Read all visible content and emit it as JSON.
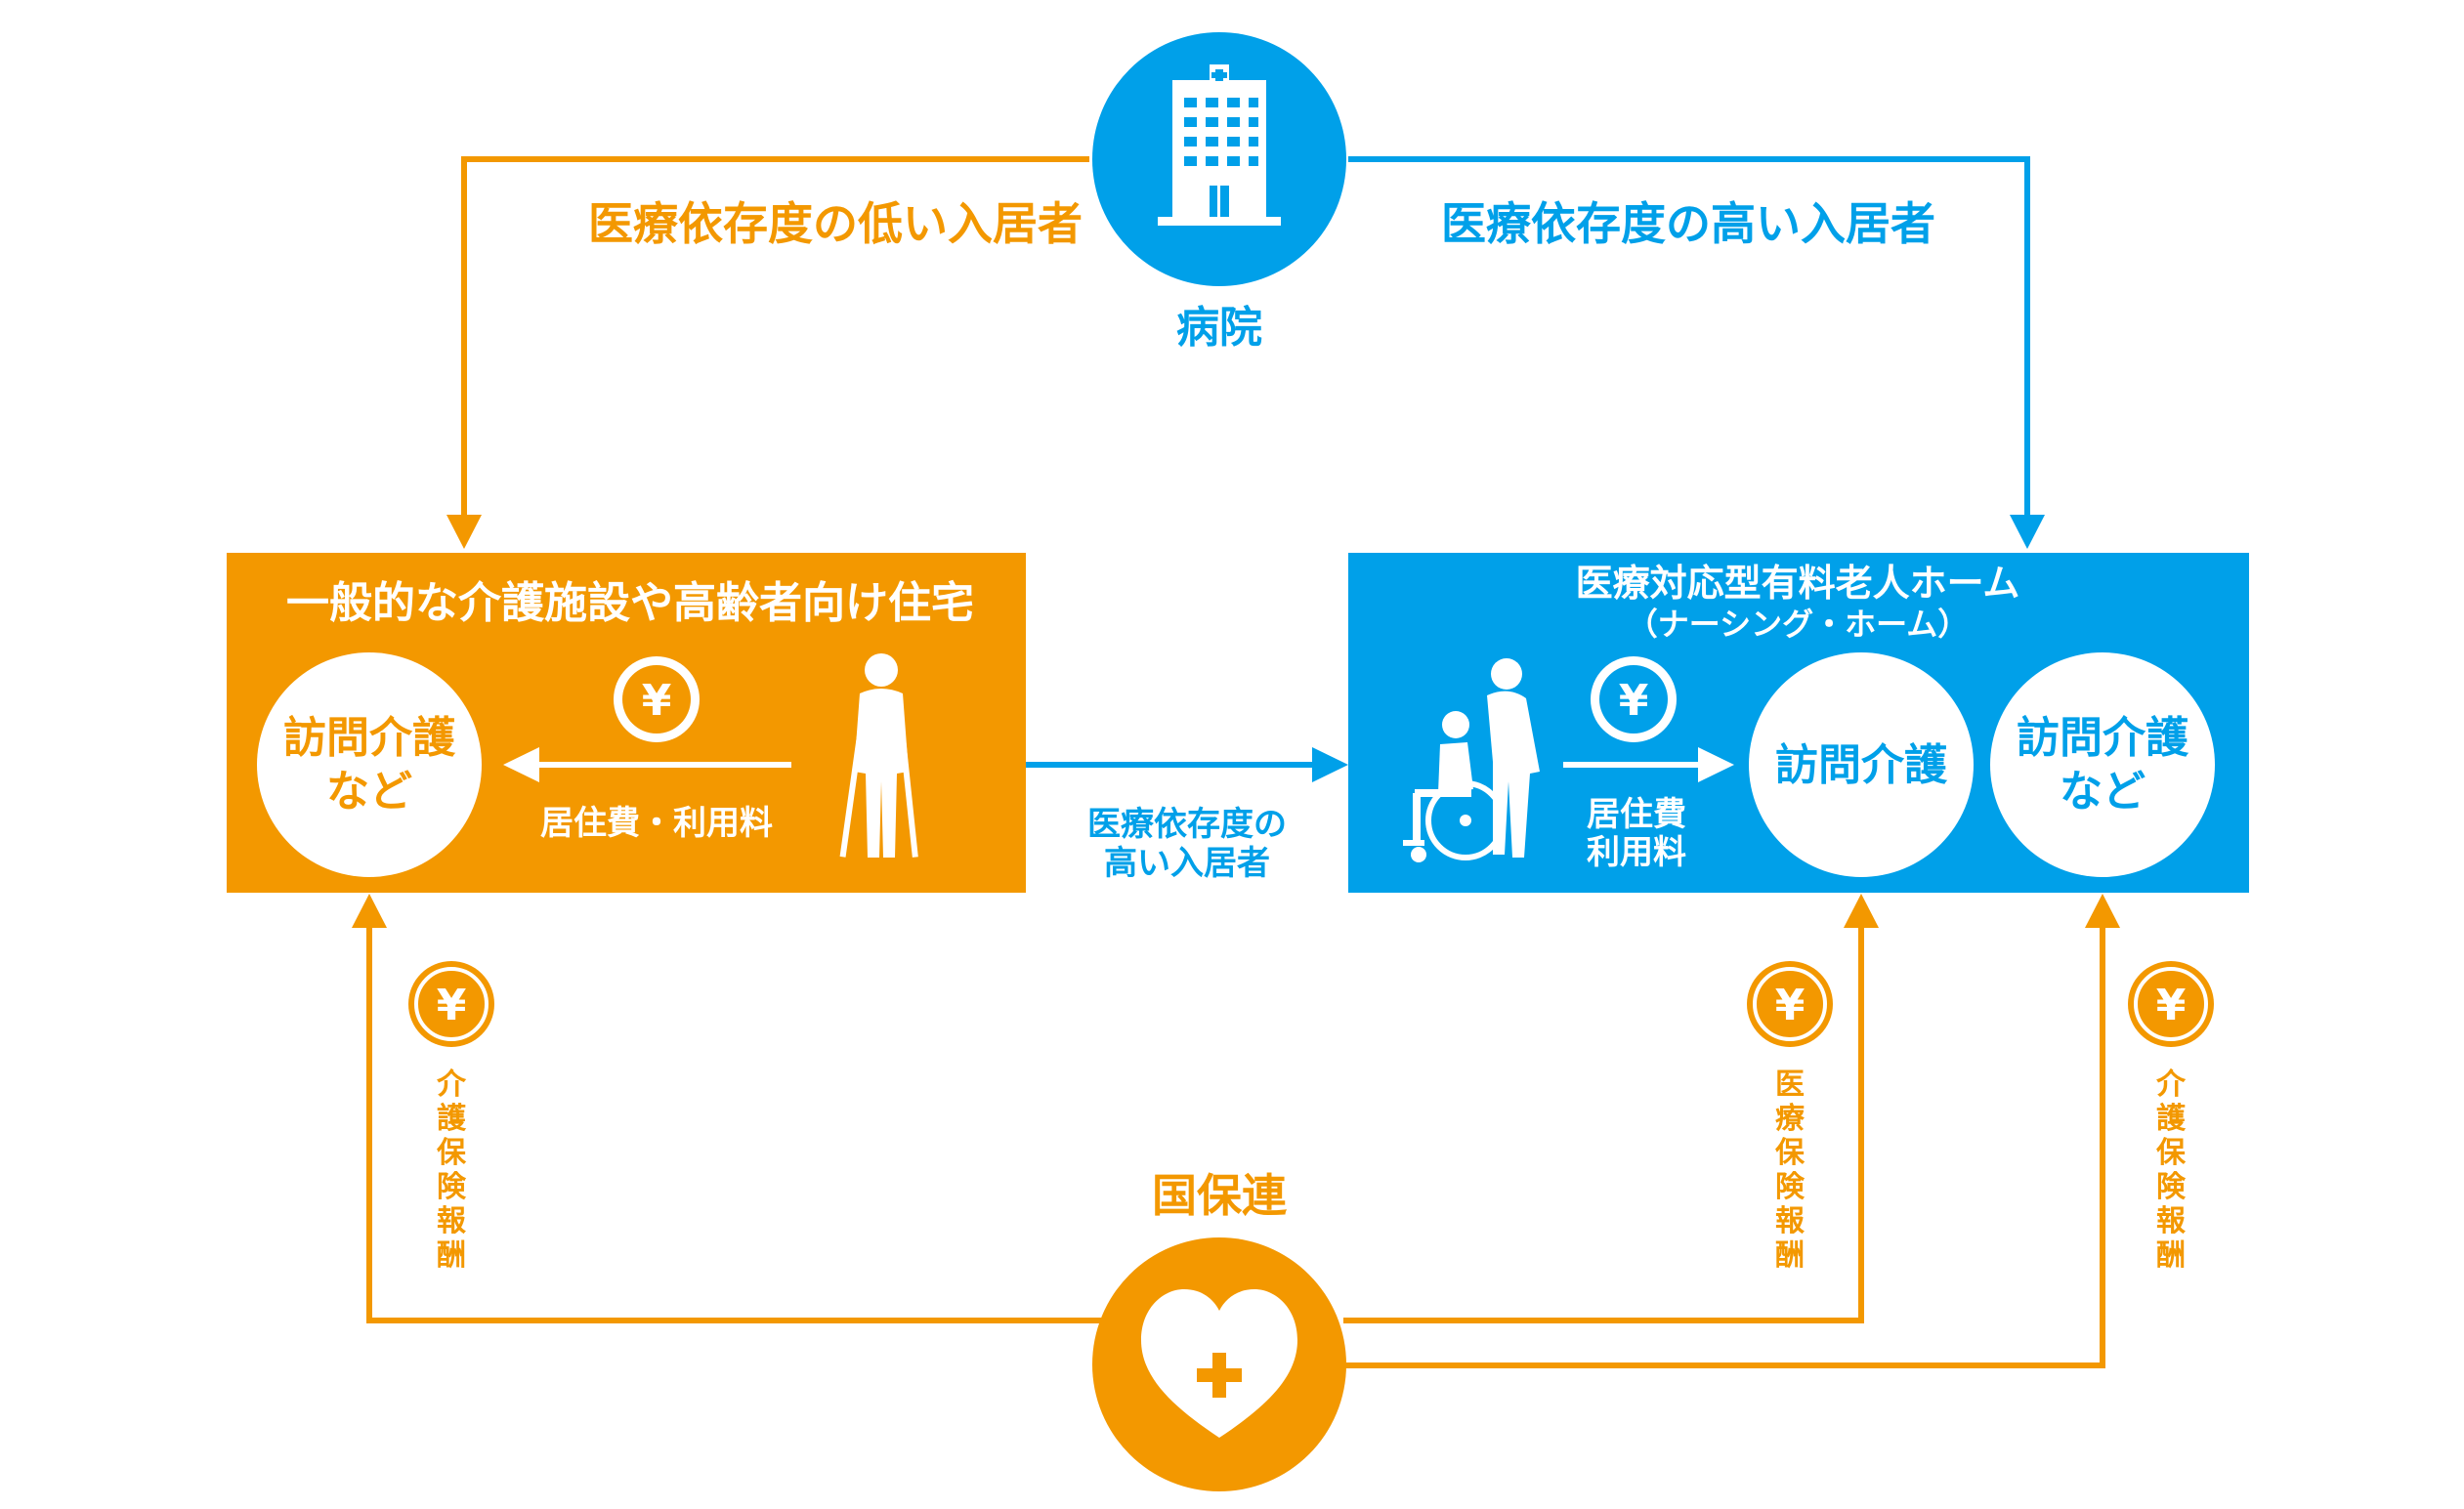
{
  "colors": {
    "orange": "#F39800",
    "blue": "#00A0E9",
    "white": "#FFFFFF"
  },
  "hospital": {
    "label": "病院",
    "icon": "hospital-building-icon"
  },
  "flows": {
    "low_dependency": "医療依存度の低い入居者",
    "high_dependency": "医療依存度の高い入居者",
    "transfer_line1": "医療依存度の",
    "transfer_line2": "高い入居者"
  },
  "left_facility": {
    "title": "一般的な介護施設や高齢者向け住宅",
    "service_line1": "訪問介護",
    "service_line2": "など",
    "payment": "居住費・利用料",
    "yen": "¥",
    "icon": "elderly-with-cane-icon"
  },
  "right_facility": {
    "title": "医療対応型有料老人ホーム",
    "subtitle": "（ナーシング・ホーム）",
    "payment_line1": "居住費",
    "payment_line2": "利用料",
    "yen": "¥",
    "service_a": "訪問介護",
    "service_b_line1": "訪問介護",
    "service_b_line2": "など",
    "icon": "wheelchair-caregiver-icon"
  },
  "kokuhoren": {
    "label": "国保連",
    "icon": "heart-plus-icon"
  },
  "reimbursements": {
    "left": [
      "介",
      "護",
      "保",
      "険",
      "報",
      "酬"
    ],
    "middle": [
      "医",
      "療",
      "保",
      "険",
      "報",
      "酬"
    ],
    "right": [
      "介",
      "護",
      "保",
      "険",
      "報",
      "酬"
    ],
    "yen": "¥"
  }
}
